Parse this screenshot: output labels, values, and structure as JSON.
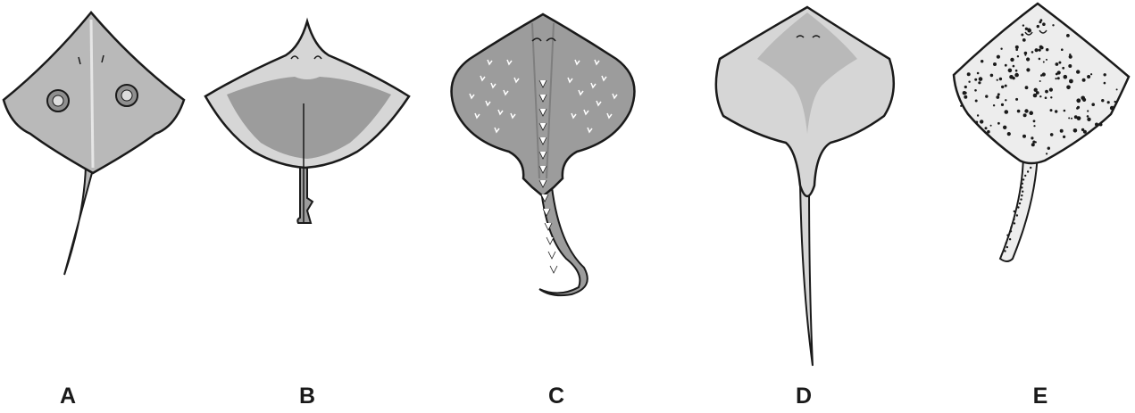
{
  "figure": {
    "panels": [
      {
        "label": "A",
        "depicts": "ray-with-eyespots-icon"
      },
      {
        "label": "B",
        "depicts": "ray-short-tail-icon"
      },
      {
        "label": "C",
        "depicts": "thorny-ray-icon"
      },
      {
        "label": "D",
        "depicts": "ray-long-tail-icon"
      },
      {
        "label": "E",
        "depicts": "spotted-ray-icon"
      }
    ]
  },
  "colors": {
    "outline": "#1a1a1a",
    "body_fill": "#b9b9b9",
    "dark_fill": "#9c9c9c",
    "light_fill": "#d6d6d6",
    "pale_fill": "#ededed",
    "mark": "#ffffff",
    "label": "#1a1a1a"
  }
}
